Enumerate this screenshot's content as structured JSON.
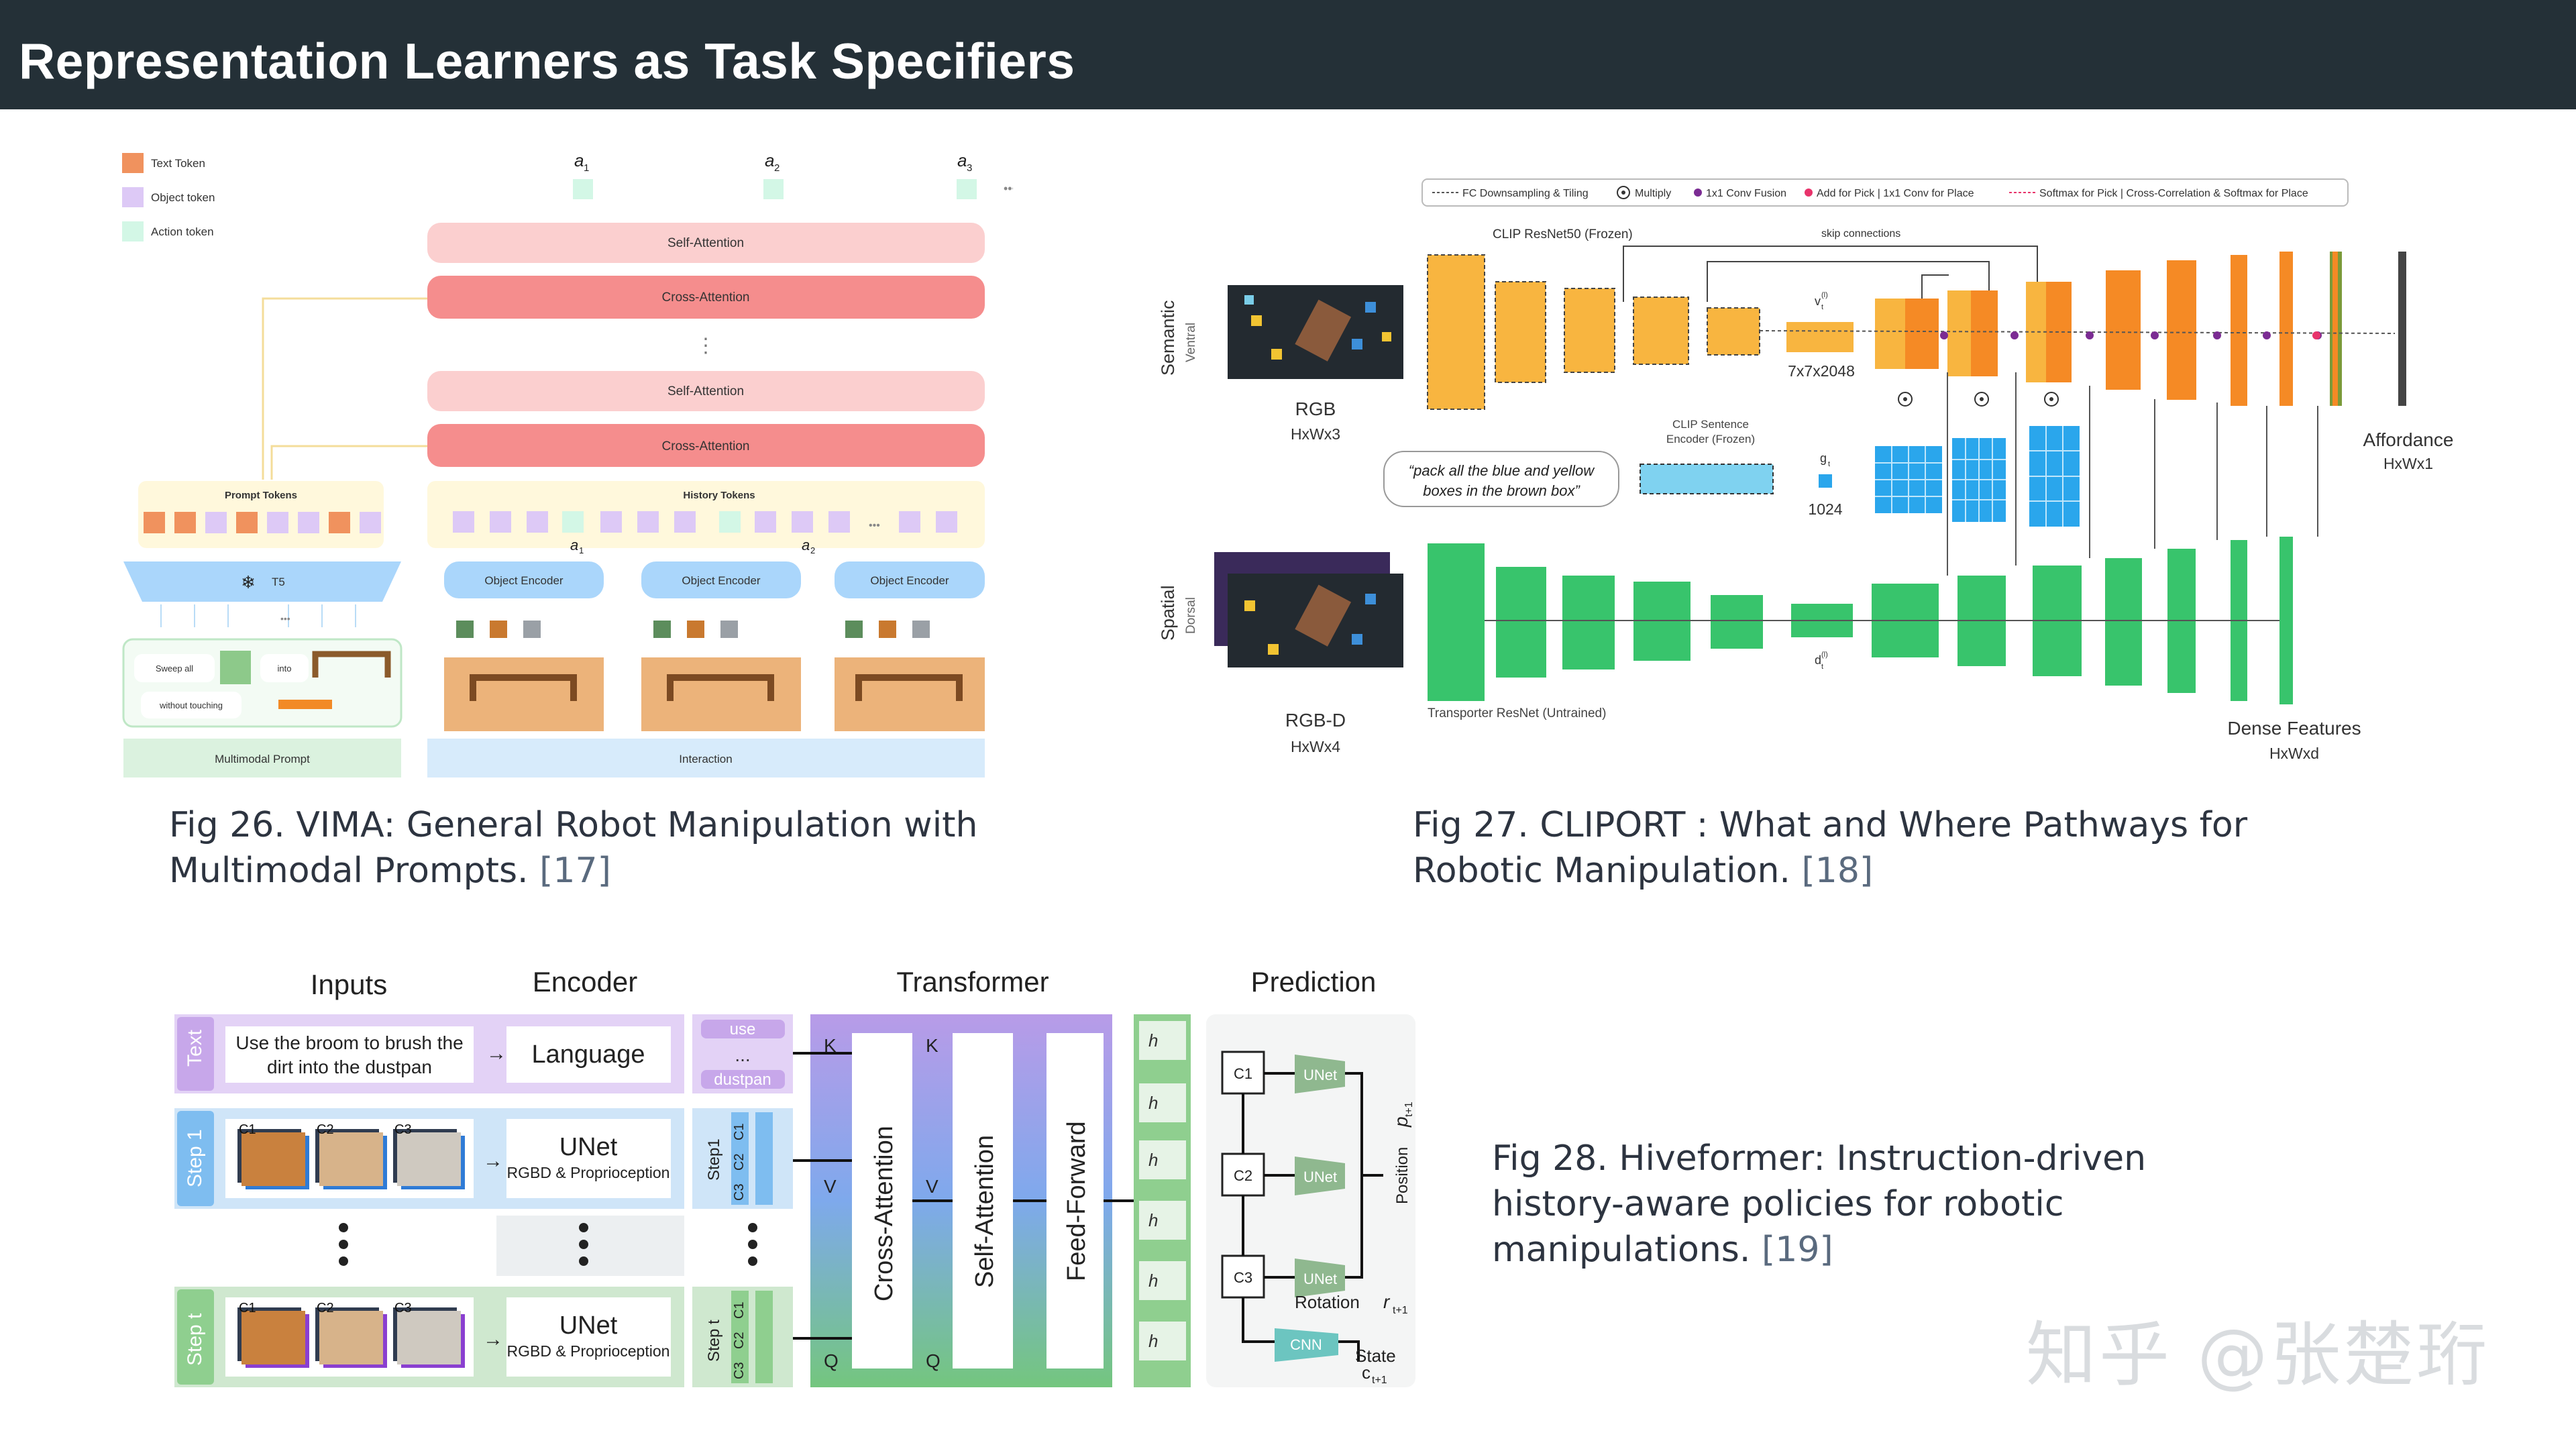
{
  "slide": {
    "title": "Representation Learners as Task Specifiers"
  },
  "fig26": {
    "caption": "Fig 26. VIMA: General Robot Manipulation with Multimodal Prompts.",
    "ref": "[17]",
    "legend": [
      "Text Token",
      "Object token",
      "Action token"
    ],
    "actions": [
      "a",
      "a",
      "a"
    ],
    "action_subs": [
      "1",
      "2",
      "3"
    ],
    "self_attention": "Self-Attention",
    "cross_attention": "Cross-Attention",
    "prompt_tokens": "Prompt Tokens",
    "history_tokens": "History Tokens",
    "t5": "T5",
    "object_encoder": "Object Encoder",
    "prompt_words": [
      "Sweep all",
      "into",
      "without touching"
    ],
    "multimodal_prompt": "Multimodal Prompt",
    "interaction": "Interaction",
    "ellipsis": "•••",
    "vdots": "⋮",
    "snowflake": "❄"
  },
  "fig27": {
    "caption": "Fig 27. CLIPORT : What and Where Pathways for Robotic Manipulation.",
    "ref": "[18]",
    "legend": {
      "fc": "FC Downsampling & Tiling",
      "multiply": "Multiply",
      "conv": "1x1 Conv Fusion",
      "add": "Add for Pick | 1x1 Conv for Place",
      "softmax": "Softmax for Pick | Cross-Correlation & Softmax for Place"
    },
    "clip_resnet": "CLIP ResNet50 (Frozen)",
    "skip": "skip connections",
    "semantic": "Semantic",
    "ventral": "Ventral",
    "spatial": "Spatial",
    "dorsal": "Dorsal",
    "rgb": "RGB",
    "rgb_dim": "HxWx3",
    "rgbd": "RGB-D",
    "rgbd_dim": "HxWx4",
    "vt": "v",
    "vt_sup": "(l)",
    "vt_sub": "t",
    "size7": "7x7x2048",
    "clip_sentence": [
      "CLIP Sentence",
      "Encoder (Frozen)"
    ],
    "instruction": [
      "“pack all the blue and yellow",
      "boxes in the brown box”"
    ],
    "gt": "g",
    "gt_sub": "t",
    "dim1024": "1024",
    "dt": "d",
    "dt_sup": "(l)",
    "dt_sub": "t",
    "transporter": "Transporter ResNet (Untrained)",
    "affordance": "Affordance",
    "affordance_dim": "HxWx1",
    "dense": "Dense Features",
    "dense_dim": "HxWxd"
  },
  "fig28": {
    "caption": "Fig 28. Hiveformer: Instruction-driven history-aware policies for robotic manipulations.",
    "ref": "[19]",
    "inputs": "Inputs",
    "encoder": "Encoder",
    "transformer": "Transformer",
    "prediction": "Prediction",
    "text": "Text",
    "instruction": [
      "Use the broom to brush the",
      "dirt into the dustpan"
    ],
    "language": "Language",
    "tokens_top": [
      "use",
      "...",
      "dustpan"
    ],
    "step1": "Step 1",
    "stept": "Step t",
    "cams": [
      "C1",
      "C2",
      "C3"
    ],
    "unet": "UNet",
    "unet_sub": "RGBD & Proprioception",
    "enc_step1": "Step1",
    "enc_stept": "Step t",
    "cross": "Cross-Attention",
    "self": "Self-Attention",
    "ff": "Feed-Forward",
    "kvq": [
      "K",
      "V",
      "Q"
    ],
    "h_tokens": [
      "h",
      "h",
      "h",
      "h",
      "h",
      "h"
    ],
    "position": "Position",
    "p_var": "p",
    "p_sub": "t+1",
    "rotation": "Rotation",
    "r_var": "r",
    "r_sub": "t+1",
    "state": "State",
    "c_var": "c",
    "c_sub": "t+1",
    "cnn": "CNN",
    "unet_small": "UNet"
  },
  "watermark": "知乎 @张楚珩",
  "colors": {
    "title_bar": "#243037",
    "text_token": "#f0925e",
    "object_token": "#ddc9f6",
    "action_token": "#d3f7e6",
    "self_attention": "#fbcfcf",
    "cross_attention": "#f58d8d",
    "encoder_blue": "#aad6fb",
    "clip_orange": "#f8b540",
    "place_orange": "#f58a25",
    "transporter_green": "#38c46c",
    "lang_blue": "#2aa6ec",
    "hive_purple": "#c7a7ea",
    "hive_blue": "#7ebdf0",
    "hive_green": "#8fcf8f"
  }
}
